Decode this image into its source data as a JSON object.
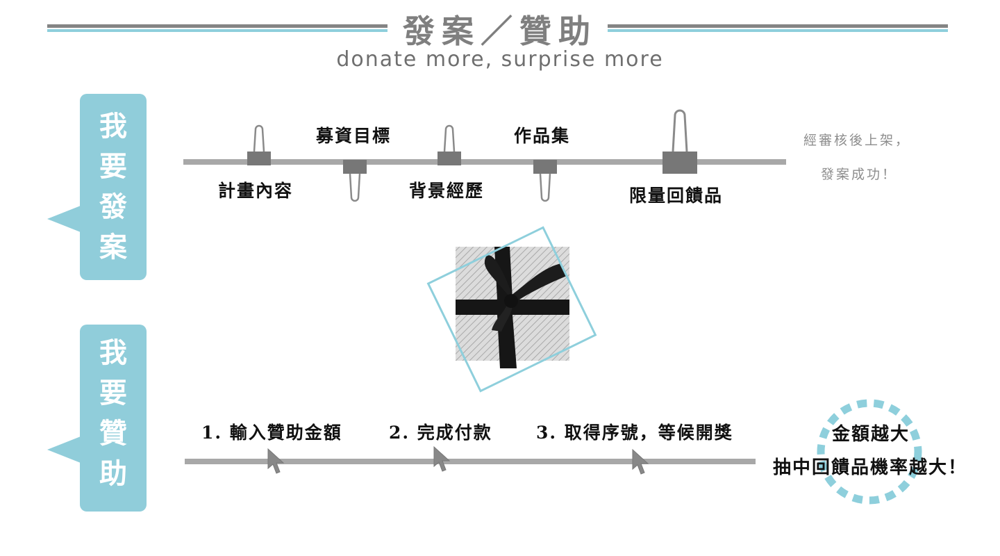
{
  "header": {
    "title": "發案／贊助",
    "subtitle": "donate more, surprise more"
  },
  "project_section": {
    "tab_chars": [
      "我",
      "要",
      "發",
      "案"
    ],
    "upper_labels": [
      "募資目標",
      "作品集"
    ],
    "lower_labels": [
      "計畫內容",
      "背景經歷",
      "限量回饋品"
    ],
    "note_lines": [
      "經審核後上架，",
      "發案成功！"
    ]
  },
  "sponsor_section": {
    "tab_chars": [
      "我",
      "要",
      "贊",
      "助"
    ],
    "steps": [
      "1. 輸入贊助金額",
      "2. 完成付款",
      "3. 取得序號，等候開獎"
    ],
    "finale_lines": [
      "金額越大",
      "抽中回饋品機率越大！"
    ]
  },
  "colors": {
    "accent_blue": "#8ecfdc",
    "line_gray": "#848484",
    "track_gray": "#a8a8a8"
  },
  "icons": [
    "binder-clip-icon",
    "gift-box-icon",
    "cursor-arrow-icon",
    "dashed-circle-icon"
  ]
}
